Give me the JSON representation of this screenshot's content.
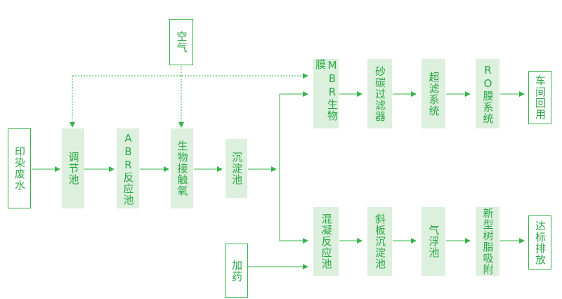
{
  "colors": {
    "accent": "#37b34a",
    "box_fill": "#dcf0dd",
    "text": "#2aa845"
  },
  "nodes": {
    "wastewater": "印染废水",
    "regulating": "调节池",
    "abr": "ABR反应池",
    "bio_contact": "生物接触氧",
    "sedimentation": "沉淀池",
    "air": "空气",
    "mbr": "MBR生物膜",
    "sand_carbon": "砂碳过滤器",
    "ultrafiltration": "超滤系统",
    "ro": "RO膜系统",
    "workshop_reuse": "车间回用",
    "coagulation": "混凝反应池",
    "inclined_plate": "斜板沉淀池",
    "air_flotation": "气浮池",
    "resin": "新型树脂吸附",
    "dosing": "加药",
    "discharge": "达标排放"
  }
}
